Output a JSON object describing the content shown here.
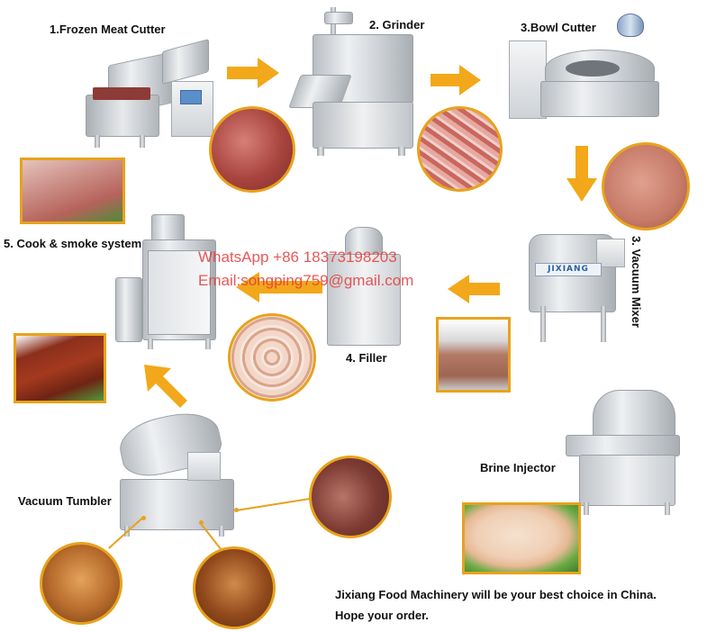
{
  "colors": {
    "arrow": "#f2a81a",
    "frame": "#e8a21c",
    "watermark": "#e53b3b",
    "steel": "#c9cdd1",
    "meat": "#b5463f"
  },
  "steps": {
    "frozen_meat_cutter": "1.Frozen Meat Cutter",
    "grinder": "2. Grinder",
    "bowl_cutter": "3.Bowl Cutter",
    "vacuum_mixer": "3. Vacuum Mixer",
    "filler": "4. Filler",
    "cook_smoke": "5. Cook & smoke system",
    "vacuum_tumbler": "Vacuum Tumbler",
    "brine_injector": "Brine Injector"
  },
  "machine_brand": "JIXIANG",
  "watermark": {
    "whatsapp": "WhatsApp +86 18373198203",
    "email": "Email:songping759@gmail.com"
  },
  "footer": {
    "line1": "Jixiang Food Machinery will be your best choice in China.",
    "line2": "Hope your order."
  },
  "icons": {
    "flow_arrow": "arrow-right-icon",
    "flow_arrow_down": "arrow-down-icon",
    "flow_arrow_left": "arrow-left-icon",
    "flow_arrow_diag": "arrow-up-left-icon"
  }
}
